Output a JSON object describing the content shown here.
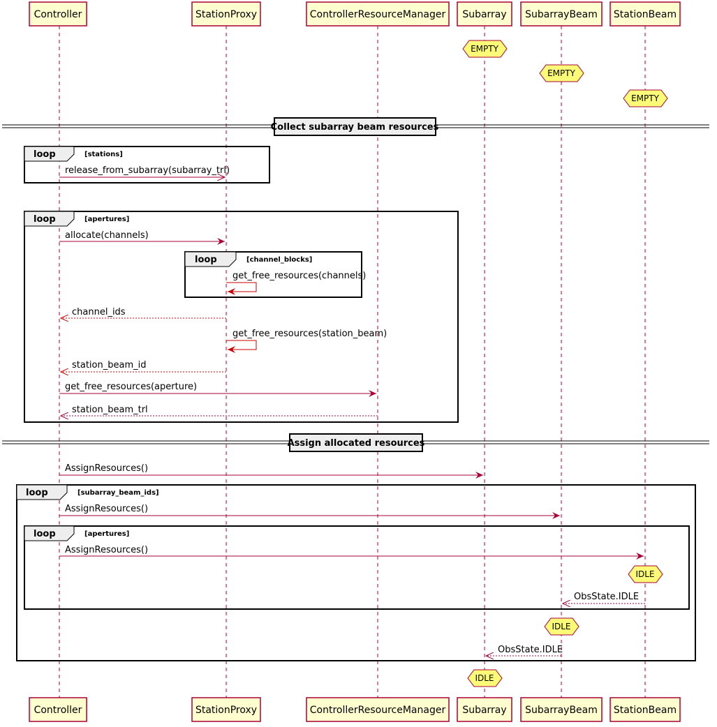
{
  "participants": [
    "Controller",
    "StationProxy",
    "ControllerResourceManager",
    "Subarray",
    "SubarrayBeam",
    "StationBeam"
  ],
  "states": {
    "subarray_empty": "EMPTY",
    "subarraybeam_empty": "EMPTY",
    "stationbeam_empty": "EMPTY",
    "stationbeam_idle": "IDLE",
    "subarraybeam_idle": "IDLE",
    "subarray_idle": "IDLE"
  },
  "dividers": {
    "collect": "Collect subarray beam resources",
    "assign": "Assign allocated resources"
  },
  "frames": {
    "loop_stations": {
      "keyword": "loop",
      "guard": "[stations]"
    },
    "loop_apertures_1": {
      "keyword": "loop",
      "guard": "[apertures]"
    },
    "loop_channel_blocks": {
      "keyword": "loop",
      "guard": "[channel_blocks]"
    },
    "loop_subarray_beam_ids": {
      "keyword": "loop",
      "guard": "[subarray_beam_ids]"
    },
    "loop_apertures_2": {
      "keyword": "loop",
      "guard": "[apertures]"
    }
  },
  "messages": {
    "release": "release_from_subarray(subarray_trl)",
    "allocate": "allocate(channels)",
    "get_free_channels": "get_free_resources(channels)",
    "channel_ids": "channel_ids",
    "get_free_station_beam": "get_free_resources(station_beam)",
    "station_beam_id": "station_beam_id",
    "get_free_aperture": "get_free_resources(aperture)",
    "station_beam_trl": "station_beam_trl",
    "assign_subarray": "AssignResources()",
    "assign_subarraybeam": "AssignResources()",
    "assign_stationbeam": "AssignResources()",
    "obs_idle_stationbeam": "ObsState.IDLE",
    "obs_idle_subarraybeam": "ObsState.IDLE"
  }
}
